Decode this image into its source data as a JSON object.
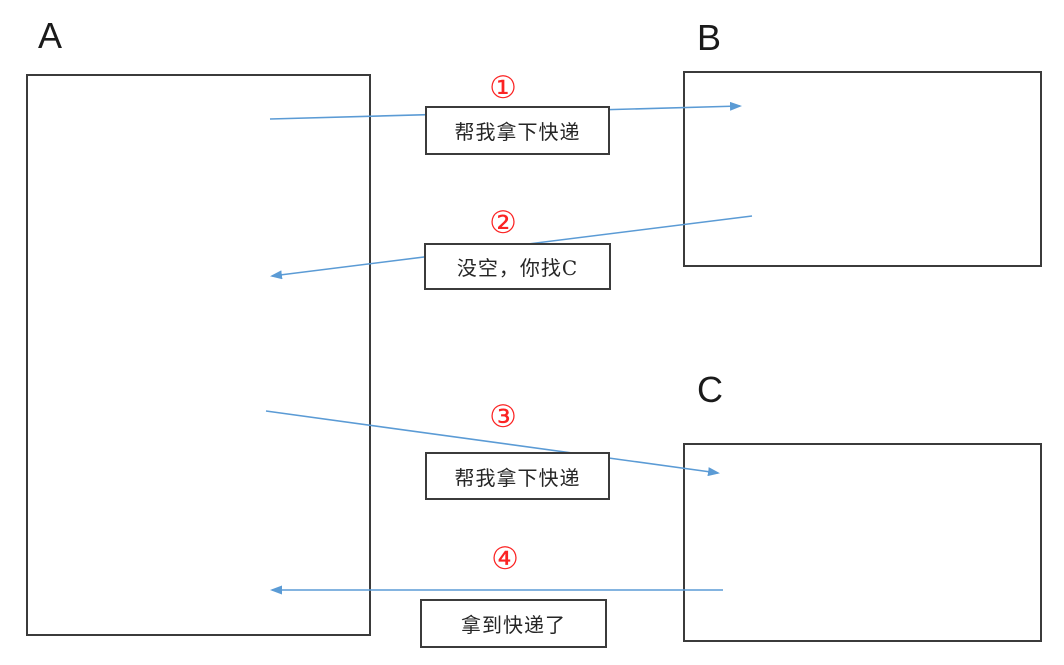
{
  "diagram": {
    "title": "message-delegation-diagram",
    "nodes": [
      {
        "id": "A",
        "label": "A"
      },
      {
        "id": "B",
        "label": "B"
      },
      {
        "id": "C",
        "label": "C"
      }
    ],
    "messages": [
      {
        "num": "①",
        "text": "帮我拿下快递",
        "from": "A",
        "to": "B"
      },
      {
        "num": "②",
        "text": "没空，你找C",
        "from": "B",
        "to": "A"
      },
      {
        "num": "③",
        "text": "帮我拿下快递",
        "from": "A",
        "to": "C"
      },
      {
        "num": "④",
        "text": "拿到快递了",
        "from": "C",
        "to": "A"
      }
    ],
    "colors": {
      "arrow": "#5b9bd5",
      "step_number": "#fb2323",
      "box_border": "#3b3b3b",
      "text": "#262626",
      "background": "#ffffff"
    }
  }
}
